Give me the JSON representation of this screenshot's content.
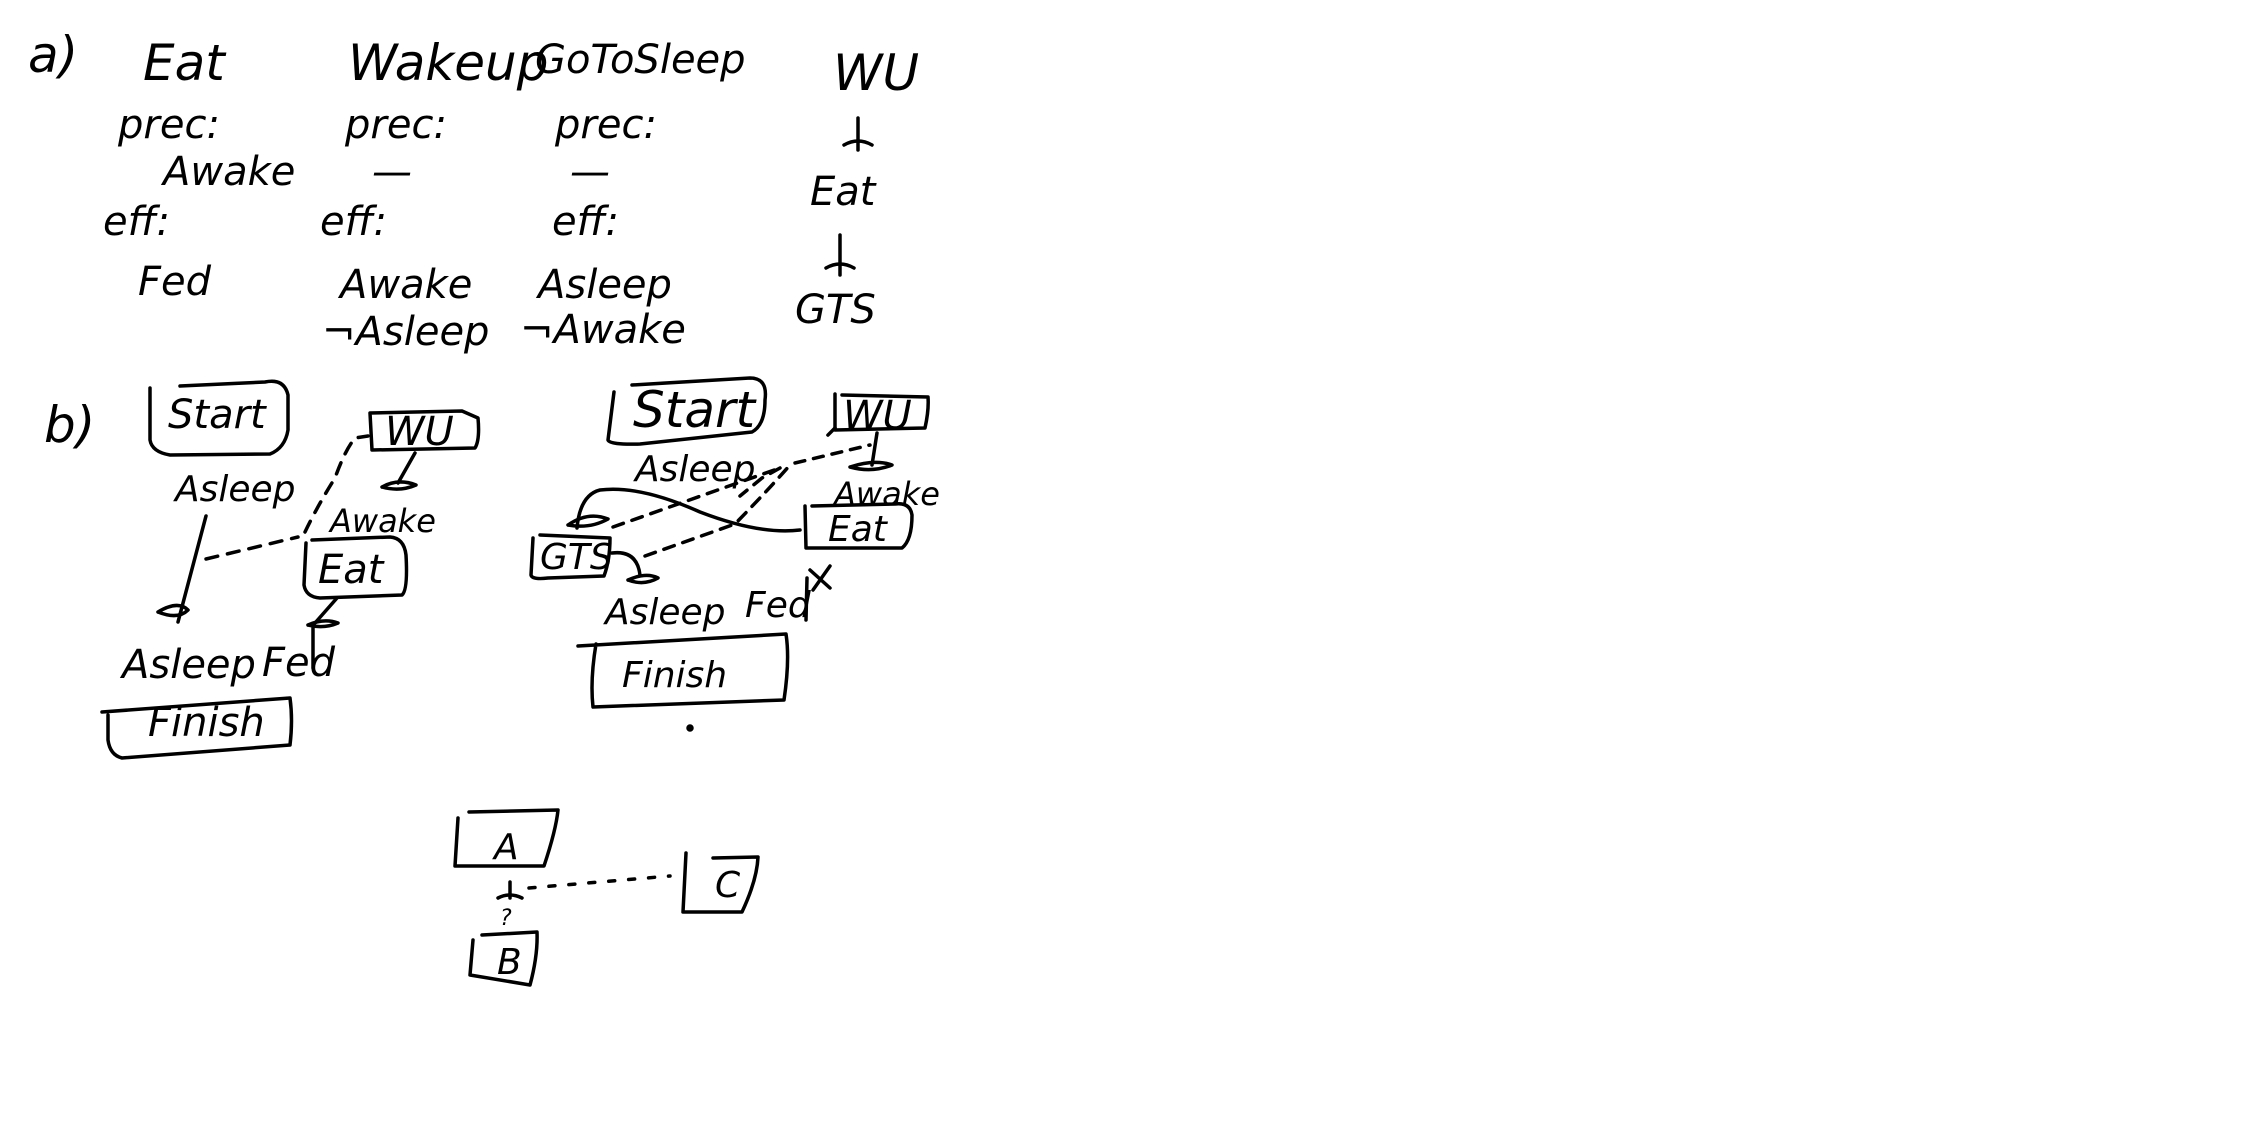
{
  "part_a": {
    "label": "a)",
    "actions": [
      {
        "name": "Eat",
        "prec_label": "prec:",
        "prec": [
          "Awake"
        ],
        "eff_label": "eff:",
        "eff": [
          "Fed"
        ]
      },
      {
        "name": "Wakeup",
        "prec_label": "prec:",
        "prec": [
          "—"
        ],
        "eff_label": "eff:",
        "eff": [
          "Awake",
          "¬Asleep"
        ]
      },
      {
        "name": "GoToSleep",
        "prec_label": "prec:",
        "prec": [
          "—"
        ],
        "eff_label": "eff:",
        "eff": [
          "Asleep",
          "¬Awake"
        ]
      }
    ],
    "plan": {
      "steps": [
        "WU",
        "Eat",
        "GTS"
      ]
    }
  },
  "part_b": {
    "label": "b)",
    "plan1": {
      "start": "Start",
      "start_effect": "Asleep",
      "wu": "WU",
      "wu_effect": "Awake",
      "eat": "Eat",
      "finish_preconds": [
        "Asleep",
        "Fed"
      ],
      "finish": "Finish"
    },
    "plan2": {
      "start": "Start",
      "start_effect": "Asleep",
      "wu": "WU",
      "wu_effect": "Awake",
      "eat": "Eat",
      "gts": "GTS",
      "conflict_mark": "×",
      "finish_preconds": [
        "Asleep",
        "Fed"
      ],
      "finish": "Finish"
    }
  },
  "part_c": {
    "nodes": [
      "A",
      "B",
      "C"
    ],
    "question_mark": "?"
  }
}
